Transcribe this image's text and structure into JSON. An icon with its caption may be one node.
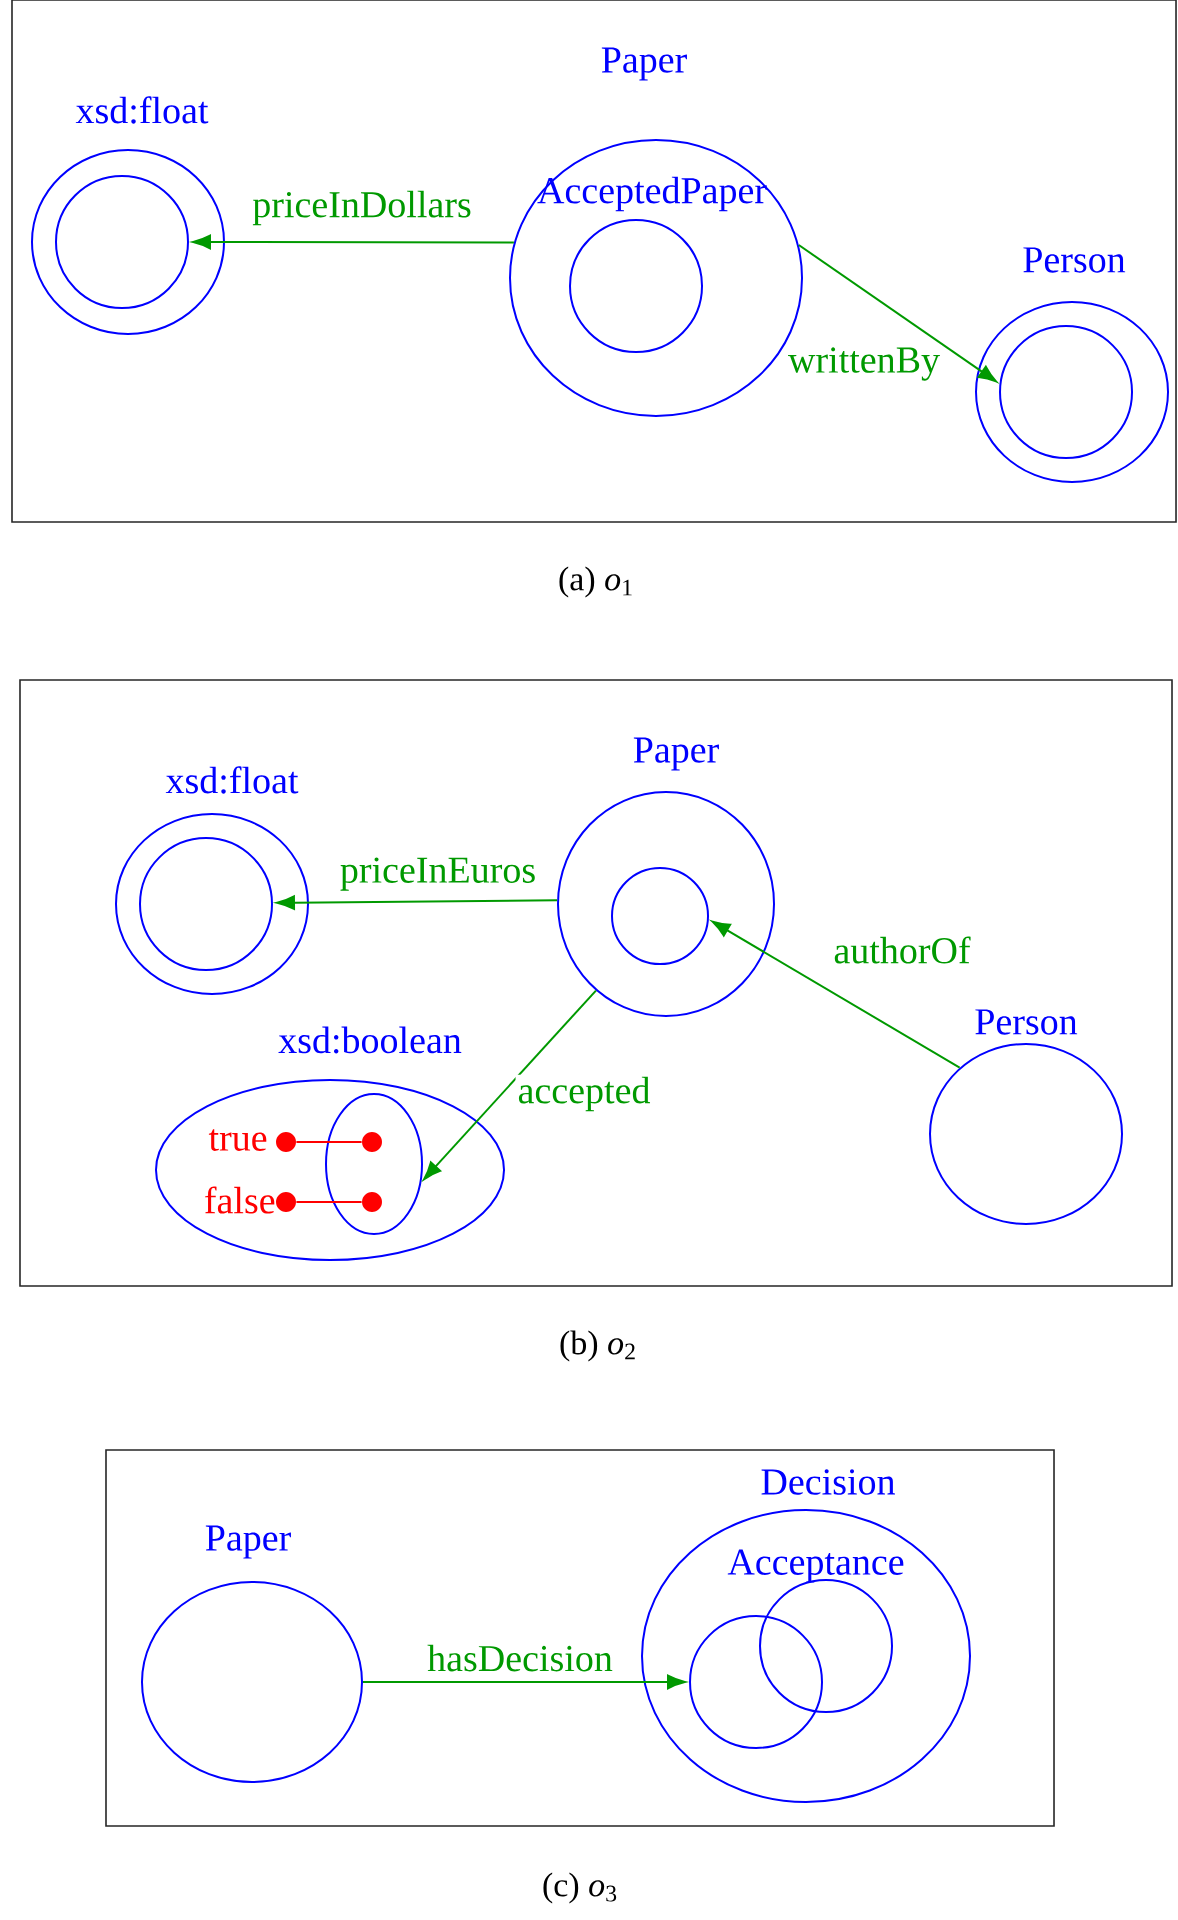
{
  "diagram": {
    "nodes": [
      {
        "text": [],
        "shape": "box",
        "beside": [
          "(a) *o*$_{1}$"
        ]
      },
      {
        "text": [
          "xsd:float"
        ],
        "in": 0
      },
      {
        "text": [],
        "shape": "circle",
        "in": 1
      },
      {
        "text": [
          "Paper"
        ],
        "in": 0
      },
      {
        "text": [
          "AcceptedPaper"
        ],
        "in": 3
      },
      {
        "text": [
          "Person"
        ],
        "in": 0
      },
      {
        "text": [],
        "shape": "circle",
        "in": 5
      },
      {
        "text": [],
        "shape": "box",
        "beside": [
          "(b) *o*$_{2}$"
        ]
      },
      {
        "text": [
          "xsd:float"
        ],
        "in": 7
      },
      {
        "text": [],
        "shape": "circle",
        "in": 8
      },
      {
        "text": [
          "Paper"
        ],
        "in": 7
      },
      {
        "text": [],
        "shape": "circle",
        "in": 10
      },
      {
        "text": [
          "xsd:boolean"
        ],
        "in": 7
      },
      {
        "text": [],
        "shape": "circle",
        "in": 12
      },
      {
        "text": [
          "Person"
        ],
        "in": 7
      },
      {
        "text": [
          "true"
        ],
        "in": 12
      },
      {
        "text": [],
        "shape": "circle",
        "in": 13
      },
      {
        "text": [
          "false"
        ],
        "in": 12
      },
      {
        "text": [],
        "shape": "circle",
        "in": 13
      },
      {
        "text": [],
        "shape": "box",
        "beside": [
          "(c) *o*$_{3}$"
        ]
      },
      {
        "text": [
          "Paper"
        ],
        "in": 19
      },
      {
        "text": [
          "Decision"
        ],
        "in": 19
      },
      {
        "text": [],
        "shape": "circle",
        "in": 21
      },
      {
        "text": [
          "Acceptance"
        ],
        "in": 21
      }
    ],
    "edges": [
      {
        "from": 3,
        "to": 2,
        "arrow": "to",
        "label": "priceInDollars"
      },
      {
        "from": 3,
        "to": 6,
        "arrow": "to",
        "label": "writtenBy"
      },
      {
        "from": 10,
        "to": 9,
        "arrow": "to",
        "label": "priceInEuros"
      },
      {
        "from": 10,
        "to": 13,
        "arrow": "to",
        "label": "accepted"
      },
      {
        "from": 14,
        "to": 11,
        "arrow": "to",
        "label": "authorOf"
      },
      {
        "from": 15,
        "to": 16,
        "arrow": "none",
        "color": "#ff0000"
      },
      {
        "from": 17,
        "to": 18,
        "arrow": "none",
        "color": "#ff0000"
      },
      {
        "from": 20,
        "to": 22,
        "arrow": "to",
        "label": "hasDecision"
      }
    ]
  }
}
